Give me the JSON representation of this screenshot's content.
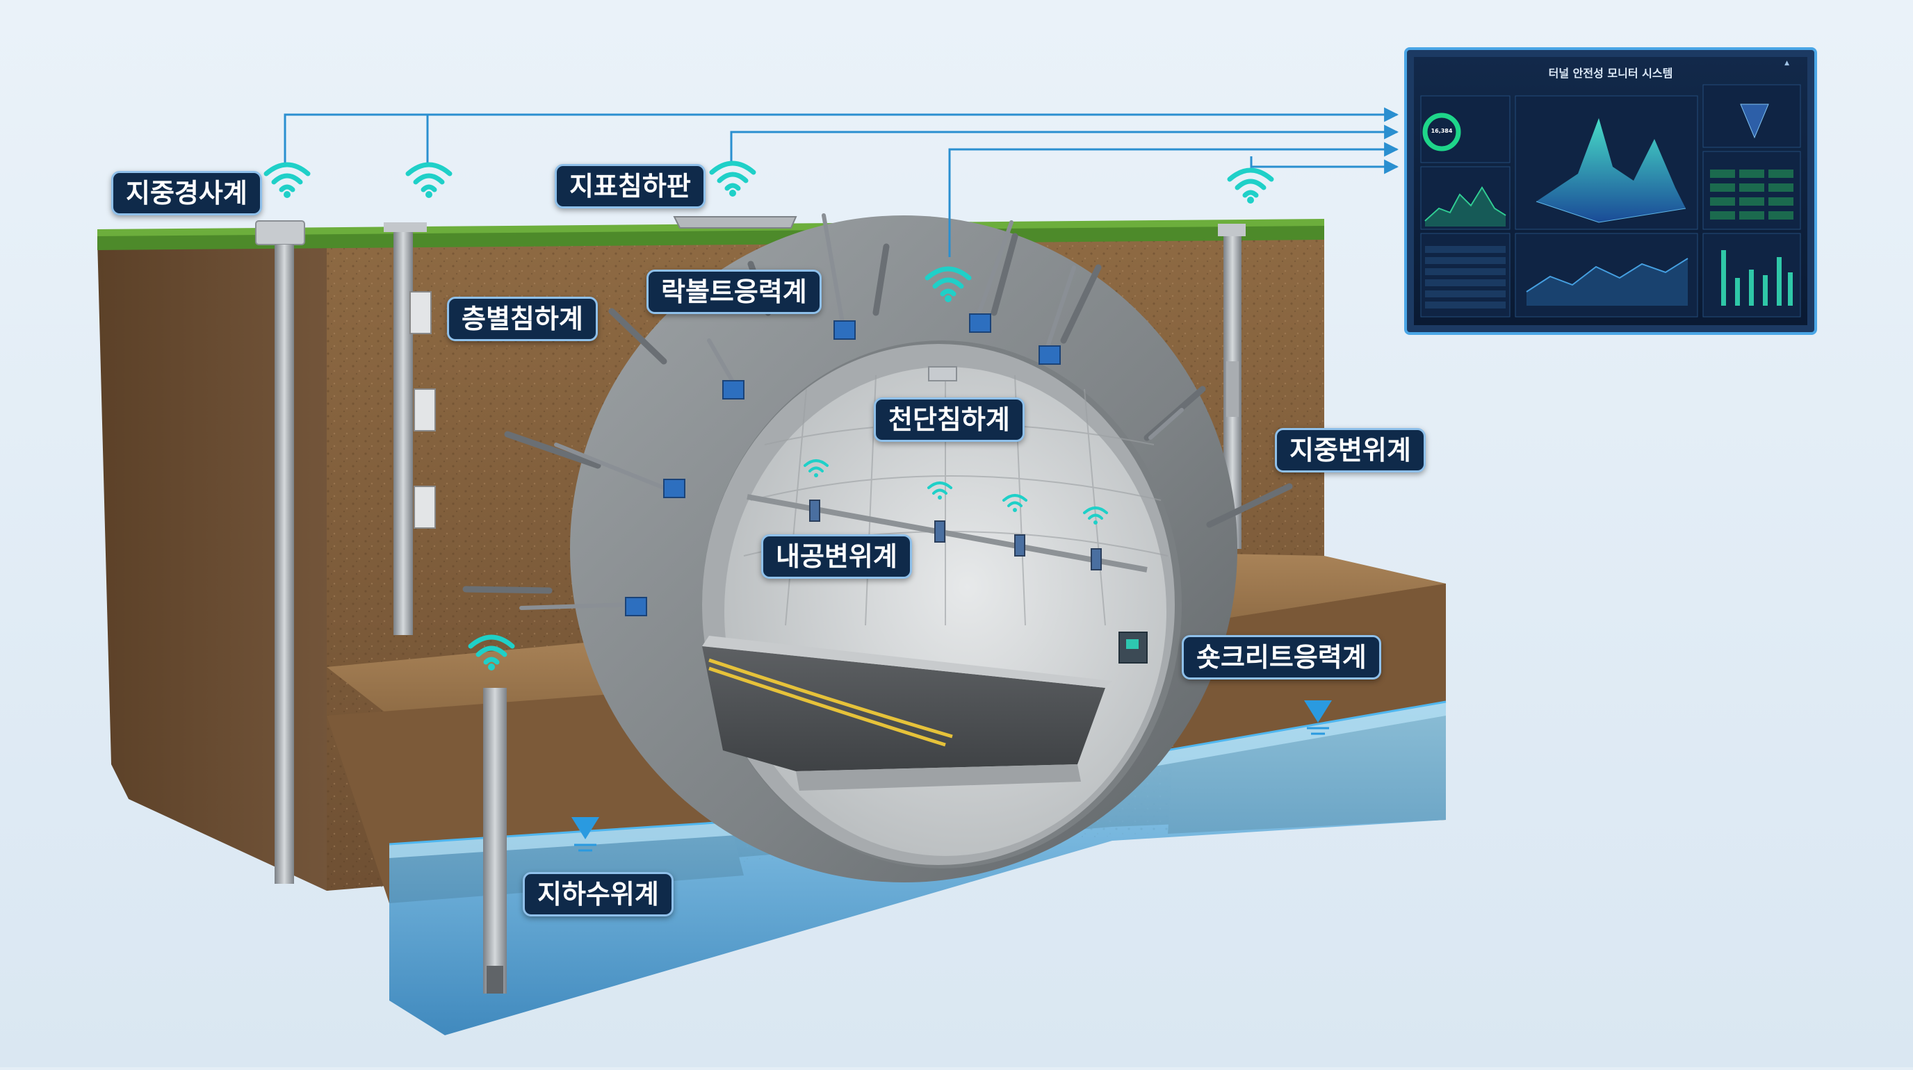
{
  "labels": {
    "underground_inclinometer": "지중경사계",
    "settlement_plate": "지표침하판",
    "layered_settlement": "층별침하계",
    "rockbolt_stress": "락볼트응력계",
    "crown_settlement": "천단침하계",
    "underground_displacement": "지중변위계",
    "convergence": "내공변위계",
    "shotcrete_stress": "숏크리트응력계",
    "groundwater": "지하수위계"
  },
  "dashboard": {
    "title": "터널 안전성 모니터 시스템",
    "gauge_value": "16,384"
  },
  "colors": {
    "label_bg": "#0f2a4a",
    "label_border": "#8fc0ea",
    "wifi": "#1fd0c8",
    "connector": "#2a8fd0",
    "water": "#5bb0e0",
    "soil": "#8a6540",
    "grass": "#4d8a2a"
  },
  "icons": [
    "wifi-icon",
    "water-level-triangle-icon",
    "arrow-right-icon"
  ]
}
